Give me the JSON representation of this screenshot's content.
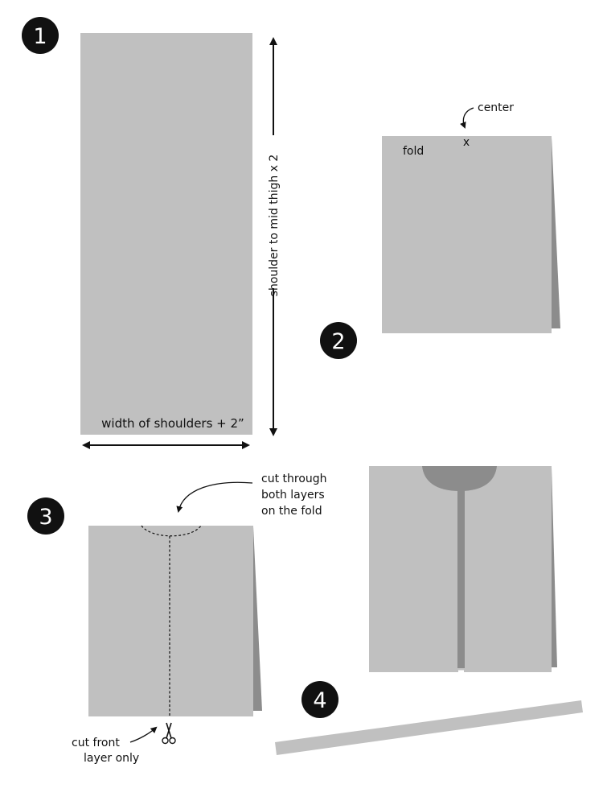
{
  "steps": {
    "s1": "1",
    "s2": "2",
    "s3": "3",
    "s4": "4"
  },
  "step1": {
    "height_label": "shoulder to mid thigh x 2",
    "width_label": "width of shoulders + 2”"
  },
  "step2": {
    "center_label": "center",
    "center_mark": "x",
    "fold_label": "fold"
  },
  "step3": {
    "cut_both_line1": "cut through",
    "cut_both_line2": "both layers",
    "cut_both_line3": "on the fold",
    "cut_front_line1": "cut front",
    "cut_front_line2": "layer only"
  },
  "colors": {
    "fabric": "#c0c0c0",
    "fabric_shadow": "#8c8c8c",
    "badge": "#111111"
  }
}
